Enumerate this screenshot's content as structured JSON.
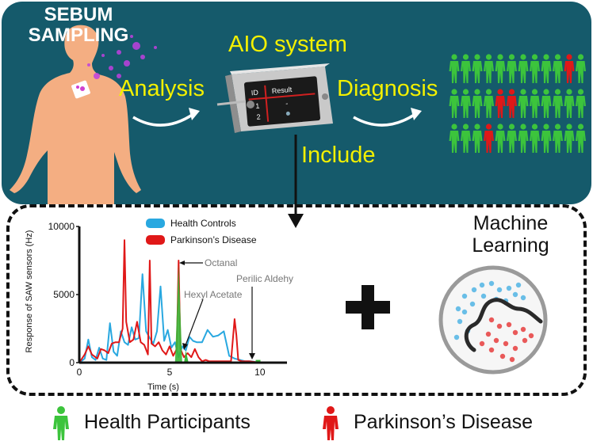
{
  "header": {
    "sebum_line1": "SEBUM",
    "sebum_line2": "SAMPLING",
    "analysis_label": "Analysis",
    "aio_label": "AIO system",
    "diagnosis_label": "Diagnosis",
    "include_label": "Include"
  },
  "device": {
    "col_id": "ID",
    "col_result": "Result",
    "row1": "1",
    "row2": "2",
    "row1_result": "-"
  },
  "colors": {
    "panel": "#155a6b",
    "accent_text": "#f3f000",
    "healthy": "#3cc43c",
    "parkinsons": "#e01818",
    "hc_line": "#29a8e0",
    "pd_line": "#e01818"
  },
  "crowd": {
    "rows": 3,
    "cols": 12,
    "red_positions": [
      [
        0,
        10
      ],
      [
        1,
        4
      ],
      [
        1,
        5
      ],
      [
        2,
        3
      ]
    ]
  },
  "chart_data": {
    "type": "line",
    "ylabel": "Response of SAW sensors (Hz)",
    "xlabel": "Time (s)",
    "xlim": [
      0,
      11.5
    ],
    "ylim": [
      0,
      10000
    ],
    "xticks": [
      "0",
      "5",
      "10"
    ],
    "yticks": [
      "0",
      "5000",
      "10000"
    ],
    "legend": [
      "Health Controls",
      "Parkinson’s Disease"
    ],
    "annotations": [
      "Octanal",
      "Hexyl Acetate",
      "Perilic Aldehyde"
    ],
    "series": [
      {
        "name": "Health Controls",
        "x": [
          0,
          0.3,
          0.5,
          0.7,
          0.9,
          1.1,
          1.3,
          1.5,
          1.7,
          1.9,
          2.1,
          2.3,
          2.5,
          2.7,
          2.9,
          3.1,
          3.3,
          3.5,
          3.7,
          3.9,
          4.1,
          4.3,
          4.5,
          4.7,
          4.9,
          5.1,
          5.3,
          5.5,
          5.7,
          5.9,
          6.1,
          6.3,
          6.5,
          6.8,
          7.1,
          7.4,
          7.7,
          8.0,
          8.3,
          8.6,
          8.9,
          9.2,
          9.5,
          10.0,
          11.5
        ],
        "y": [
          0,
          300,
          1700,
          400,
          200,
          1100,
          300,
          200,
          2900,
          800,
          500,
          2300,
          1500,
          1300,
          2600,
          1700,
          1800,
          6500,
          2300,
          1800,
          1400,
          2300,
          5600,
          1600,
          2400,
          1100,
          1500,
          400,
          1200,
          900,
          1900,
          1600,
          1500,
          1500,
          2400,
          1900,
          2000,
          2300,
          500,
          300,
          200,
          100,
          100,
          0,
          0
        ]
      },
      {
        "name": "Parkinson’s Disease",
        "x": [
          0,
          0.3,
          0.5,
          0.7,
          1.0,
          1.2,
          1.4,
          1.6,
          1.8,
          2.0,
          2.2,
          2.4,
          2.5,
          2.6,
          2.8,
          3.0,
          3.2,
          3.4,
          3.6,
          3.8,
          3.9,
          4.0,
          4.2,
          4.4,
          4.6,
          4.8,
          5.0,
          5.2,
          5.4,
          5.5,
          5.6,
          5.8,
          6.0,
          6.2,
          6.4,
          6.6,
          6.8,
          7.0,
          7.2,
          7.5,
          8.0,
          8.4,
          8.6,
          8.7,
          8.8,
          9.0,
          9.4,
          10.0,
          11.5
        ],
        "y": [
          0,
          600,
          1200,
          600,
          300,
          1000,
          900,
          700,
          1400,
          1500,
          1500,
          2500,
          9000,
          3000,
          1500,
          1700,
          3000,
          1500,
          1300,
          600,
          7500,
          1400,
          1200,
          1500,
          900,
          600,
          1200,
          500,
          1000,
          7500,
          1000,
          400,
          700,
          400,
          1000,
          400,
          100,
          200,
          100,
          100,
          100,
          100,
          3200,
          2000,
          200,
          100,
          100,
          0,
          0
        ]
      }
    ]
  },
  "ml": {
    "title_line1": "Machine",
    "title_line2": "Learning"
  },
  "bottom_legend": {
    "healthy_label": "Health Participants",
    "pd_label": "Parkinson’s Disease"
  }
}
